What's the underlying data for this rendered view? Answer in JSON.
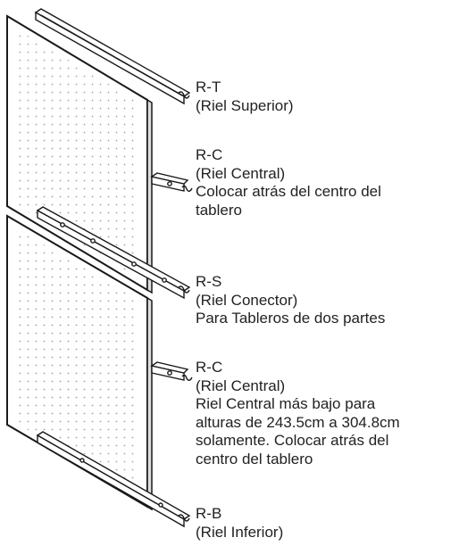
{
  "colors": {
    "ink": "#222222",
    "panel_edge": "#1a1a1a",
    "dots": "#555555"
  },
  "parts": [
    {
      "code": "R-T",
      "name": "(Riel Superior)",
      "notes": []
    },
    {
      "code": "R-C",
      "name": "(Riel Central)",
      "notes": [
        "Colocar atrás del centro del",
        "tablero"
      ]
    },
    {
      "code": "R-S",
      "name": "(Riel Conector)",
      "notes": [
        "Para Tableros de dos partes"
      ]
    },
    {
      "code": "R-C",
      "name": "(Riel Central)",
      "notes": [
        "Riel Central más bajo para",
        "alturas de 243.5cm a 304.8cm",
        "solamente. Colocar atrás del",
        "centro del tablero"
      ]
    },
    {
      "code": "R-B",
      "name": "(Riel Inferior)",
      "notes": []
    }
  ]
}
